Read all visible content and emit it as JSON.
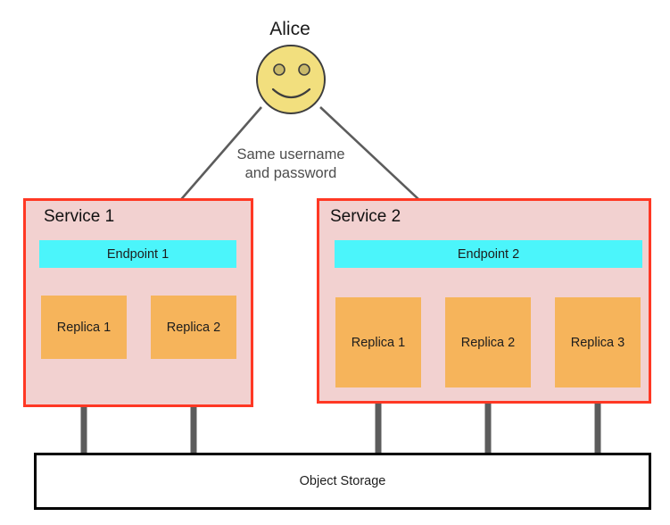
{
  "diagram": {
    "actor": {
      "name": "Alice",
      "icon": "smiley-face-icon",
      "face_color": "#F2DF7E",
      "outline_color": "#3d3d3d"
    },
    "edge_label": "Same username\nand password",
    "connector_color": "#5c5c5c",
    "services": [
      {
        "title": "Service 1",
        "border_color": "#FF3824",
        "fill_color": "#F2D1D0",
        "endpoint": {
          "label": "Endpoint 1",
          "color": "#4BF5FB"
        },
        "replicas": [
          {
            "label": "Replica 1",
            "color": "#F6B45B"
          },
          {
            "label": "Replica 2",
            "color": "#F6B45B"
          }
        ]
      },
      {
        "title": "Service 2",
        "border_color": "#FF3824",
        "fill_color": "#F2D1D0",
        "endpoint": {
          "label": "Endpoint 2",
          "color": "#4BF5FB"
        },
        "replicas": [
          {
            "label": "Replica 1",
            "color": "#F6B45B"
          },
          {
            "label": "Replica 2",
            "color": "#F6B45B"
          },
          {
            "label": "Replica 3",
            "color": "#F6B45B"
          }
        ]
      }
    ],
    "storage": {
      "label": "Object Storage",
      "border_color": "#000000",
      "fill_color": "#ffffff"
    }
  }
}
